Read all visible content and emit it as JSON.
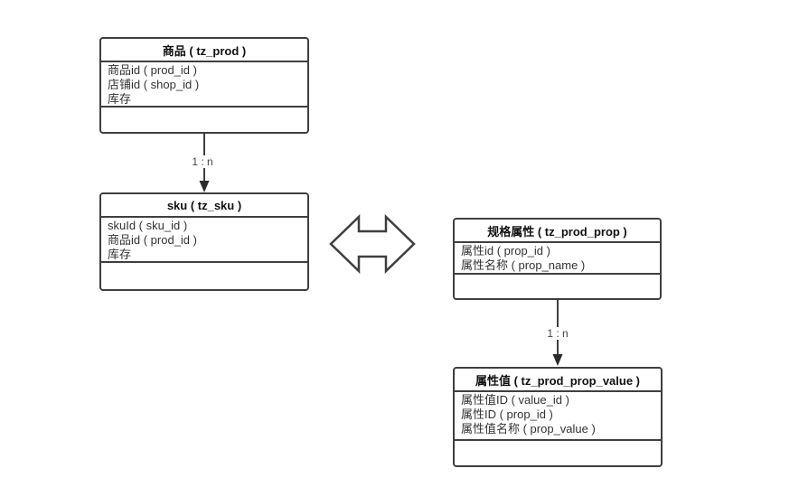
{
  "diagram": {
    "tables": [
      {
        "name": "prod",
        "title": "商品 ( tz_prod )",
        "fields": [
          "商品id ( prod_id )",
          "店铺id ( shop_id )",
          "库存"
        ]
      },
      {
        "name": "sku",
        "title": "sku ( tz_sku )",
        "fields": [
          "skuId ( sku_id )",
          "商品id ( prod_id )",
          "库存"
        ]
      },
      {
        "name": "prod_prop",
        "title": "规格属性 ( tz_prod_prop )",
        "fields": [
          "属性id ( prop_id )",
          "属性名称 ( prop_name )"
        ]
      },
      {
        "name": "prod_prop_value",
        "title": "属性值 ( tz_prod_prop_value )",
        "fields": [
          "属性值ID ( value_id )",
          "属性ID ( prop_id )",
          "属性值名称 ( prop_value )"
        ]
      }
    ],
    "connectors": [
      {
        "from": "prod",
        "to": "sku",
        "label": "1 : n"
      },
      {
        "from": "prod_prop",
        "to": "prod_prop_value",
        "label": "1 : n"
      }
    ],
    "relation_symbol": "double-arrow",
    "colors": {
      "border": "#3f3f3f",
      "title_text": "#111111",
      "field_text": "#333333",
      "label_text": "#454545",
      "background": "#ffffff"
    }
  }
}
